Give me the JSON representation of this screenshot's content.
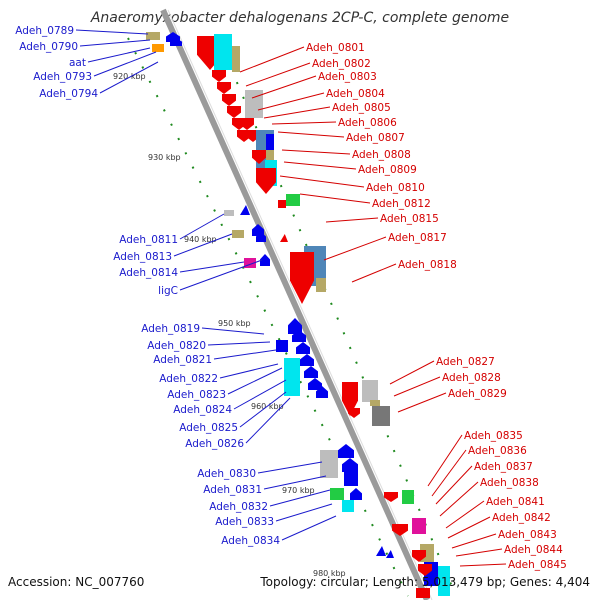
{
  "title": "Anaeromyxobacter dehalogenans 2CP-C, complete genome",
  "footer": {
    "accession": "Accession: NC_007760",
    "topology": "Topology: circular; Length: 5,013,479 bp; Genes: 4,404"
  },
  "scale_labels": [
    "920 kbp",
    "930 kbp",
    "940 kbp",
    "950 kbp",
    "960 kbp",
    "970 kbp",
    "980 kbp"
  ],
  "left_labels": [
    "Adeh_0789",
    "Adeh_0790",
    "aat",
    "Adeh_0793",
    "Adeh_0794",
    "Adeh_0811",
    "Adeh_0813",
    "Adeh_0814",
    "ligC",
    "Adeh_0819",
    "Adeh_0820",
    "Adeh_0821",
    "Adeh_0822",
    "Adeh_0823",
    "Adeh_0824",
    "Adeh_0825",
    "Adeh_0826",
    "Adeh_0830",
    "Adeh_0831",
    "Adeh_0832",
    "Adeh_0833",
    "Adeh_0834"
  ],
  "right_labels": [
    "Adeh_0801",
    "Adeh_0802",
    "Adeh_0803",
    "Adeh_0804",
    "Adeh_0805",
    "Adeh_0806",
    "Adeh_0807",
    "Adeh_0808",
    "Adeh_0809",
    "Adeh_0810",
    "Adeh_0812",
    "Adeh_0815",
    "Adeh_0817",
    "Adeh_0818",
    "Adeh_0827",
    "Adeh_0828",
    "Adeh_0829",
    "Adeh_0835",
    "Adeh_0836",
    "Adeh_0837",
    "Adeh_0838",
    "Adeh_0841",
    "Adeh_0842",
    "Adeh_0843",
    "Adeh_0844",
    "Adeh_0845"
  ],
  "colors": {
    "backbone": "#9a9a9a",
    "forward_label": "#1a1acc",
    "reverse_label": "#d40000",
    "gene_forward": "#0000ee",
    "gene_reverse": "#ee0000",
    "cyan": "#00e5ee",
    "steelblue": "#4f86b8",
    "khaki": "#b5a866",
    "green": "#22cc44",
    "magenta": "#e0119b",
    "orange": "#ff9900",
    "gray": "#bdbdbd",
    "darkgray": "#777777",
    "scale_tick": "#1f8a1f"
  }
}
